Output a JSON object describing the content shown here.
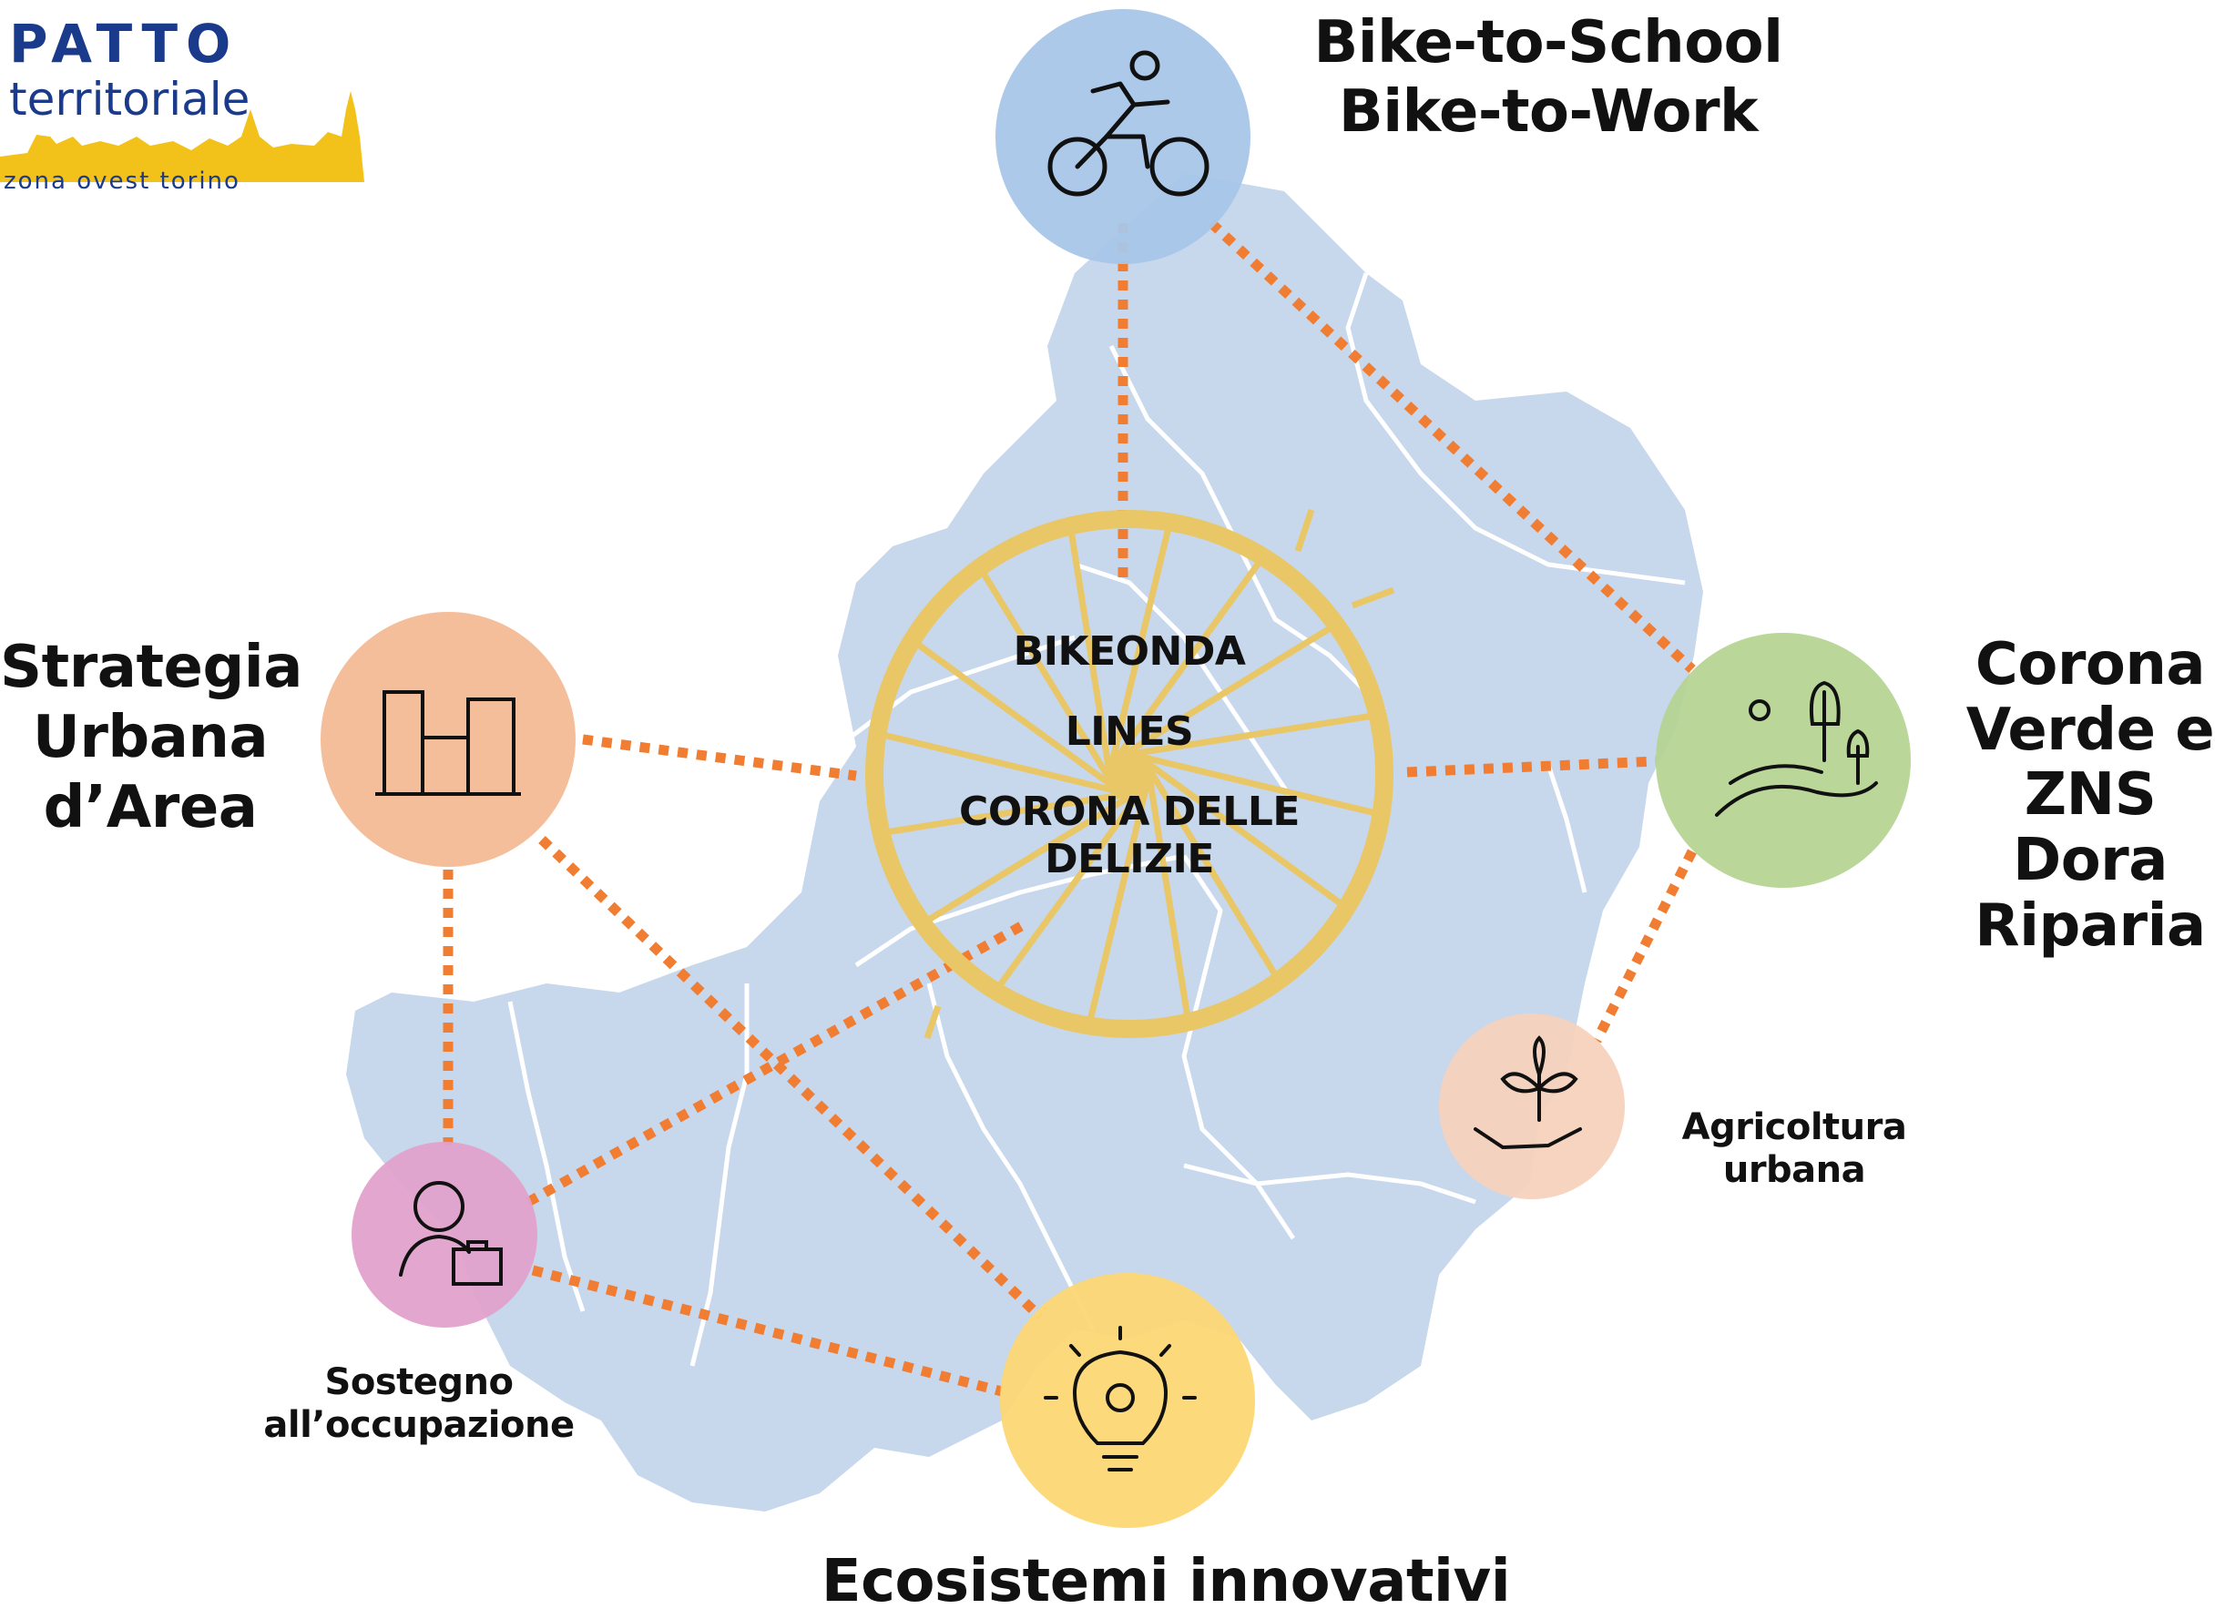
{
  "logo": {
    "line1": "PATTO",
    "line2": "territoriale",
    "line3": "zona ovest torino"
  },
  "hub": {
    "line1": "BIKEONDA",
    "line2": "LINES",
    "line3": "CORONA DELLE",
    "line4": "DELIZIE"
  },
  "nodes": {
    "bike": {
      "line1": "Bike-to-School",
      "line2": "Bike-to-Work",
      "color": "#a8c6e8",
      "icon": "cyclist-icon"
    },
    "corona": {
      "line1": "Corona",
      "line2": "Verde e",
      "line3": "ZNS Dora",
      "line4": "Riparia",
      "color": "#b6d494",
      "icon": "landscape-trees-icon"
    },
    "strategia": {
      "line1": "Strategia",
      "line2": "Urbana",
      "line3": "d’Area",
      "color": "#f4bb95",
      "icon": "buildings-icon"
    },
    "agricoltura": {
      "line1": "Agricoltura",
      "line2": "urbana",
      "color": "#f6d2bd",
      "icon": "hand-plant-icon"
    },
    "sostegno": {
      "line1": "Sostegno",
      "line2": "all’occupazione",
      "color": "#e2a2cc",
      "icon": "worker-briefcase-icon"
    },
    "ecosistemi": {
      "line1": "Ecosistemi innovativi",
      "color": "#fcd774",
      "icon": "lightbulb-gear-icon"
    }
  },
  "colors": {
    "map": "#c7d7ec",
    "connector": "#f07d32",
    "wheel": "#e9c766"
  }
}
